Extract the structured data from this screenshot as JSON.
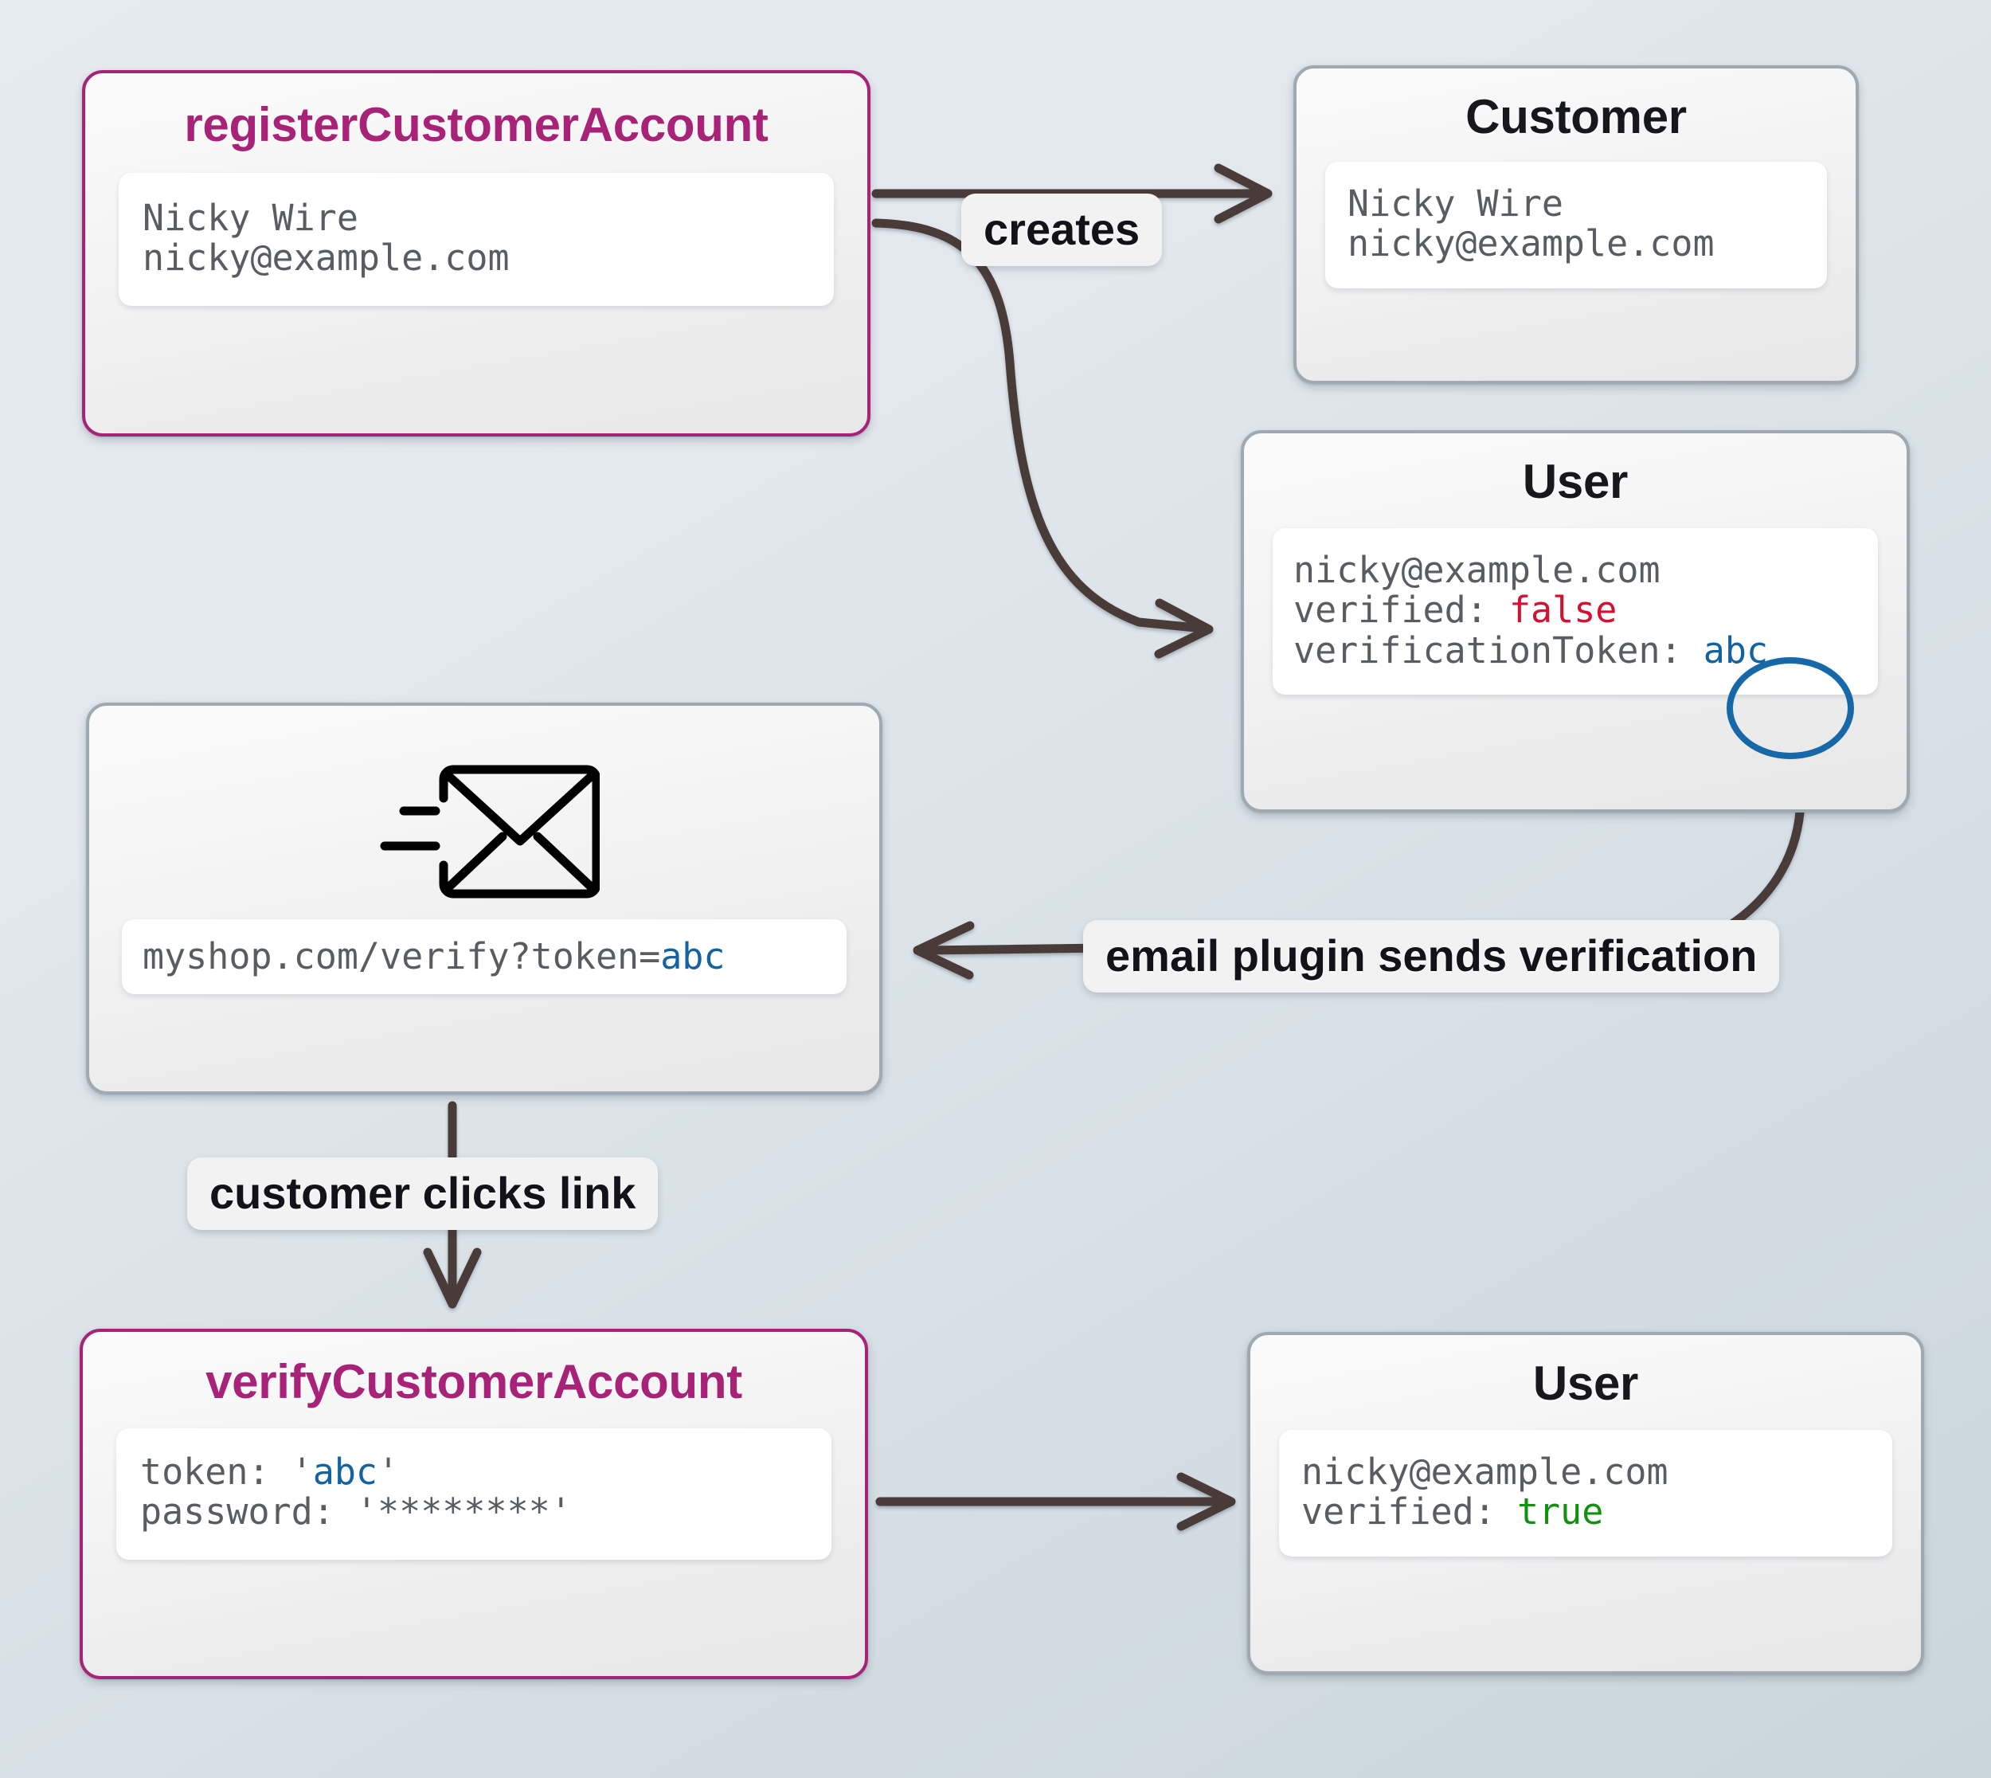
{
  "diagram": {
    "title": "Customer account registration and email verification flow",
    "background_gradient": [
      "#e6ebf0",
      "#cad5dc"
    ],
    "accent_pink": "#a82277",
    "edge_color": "#4a3a38",
    "token_circle_color": "#1668a8"
  },
  "nodes": {
    "register": {
      "title": "registerCustomerAccount",
      "lines": [
        "Nicky Wire",
        "nicky@example.com"
      ]
    },
    "customer": {
      "title": "Customer",
      "lines": [
        "Nicky Wire",
        "nicky@example.com"
      ]
    },
    "user_unverified": {
      "title": "User",
      "line_email": "nicky@example.com",
      "line_verified_key": "verified: ",
      "line_verified_value": "false",
      "line_token_key": "verificationToken: ",
      "line_token_value": "abc"
    },
    "email": {
      "icon": "send-email-envelope-icon",
      "url_prefix": "myshop.com/verify?token=",
      "url_token": "abc"
    },
    "verify": {
      "title": "verifyCustomerAccount",
      "line_token_key": "token: ",
      "line_token_quote_open": "'",
      "line_token_value": "abc",
      "line_token_quote_close": "'",
      "line_password": "password: '********'"
    },
    "user_verified": {
      "title": "User",
      "line_email": "nicky@example.com",
      "line_verified_key": "verified: ",
      "line_verified_value": "true"
    }
  },
  "edges": {
    "creates": "creates",
    "email_plugin": "email plugin sends verification",
    "customer_clicks": "customer clicks link"
  }
}
